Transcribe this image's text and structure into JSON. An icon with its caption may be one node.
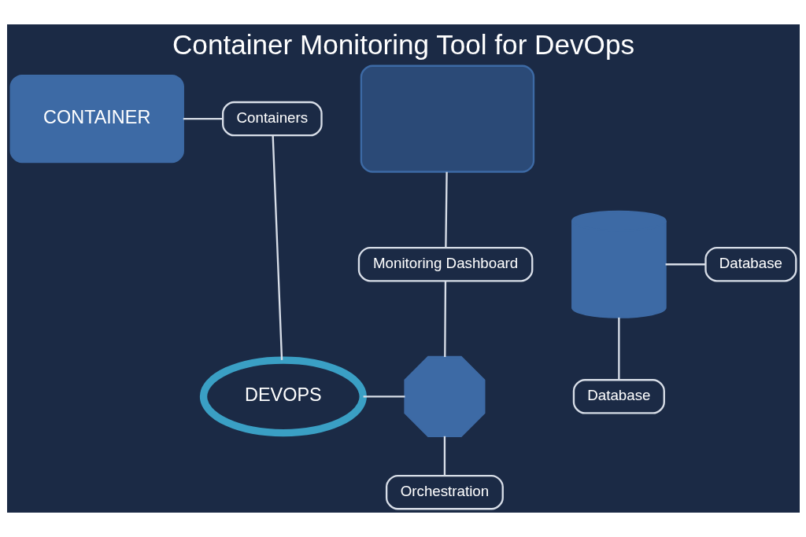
{
  "diagram": {
    "title": "Container Monitoring Tool for DevOps",
    "nodes": [
      {
        "text": [
          "CONTAINER"
        ]
      },
      {
        "text": [
          "Containers"
        ]
      },
      {
        "text": [],
        "shape": "cylinder"
      },
      {
        "text": [
          "Database"
        ]
      },
      {
        "text": [
          "Database"
        ]
      },
      {
        "text": [],
        "shape": "box"
      },
      {
        "text": [
          "Monitoring Dashboard"
        ]
      },
      {
        "text": [
          "DEVOPS"
        ]
      },
      {
        "text": [],
        "shape": "gear"
      },
      {
        "text": [
          "Orchestration"
        ]
      }
    ],
    "edges": [
      {
        "from": 0,
        "to": 1,
        "arrow": "none"
      },
      {
        "from": 1,
        "to": 7,
        "arrow": "none"
      },
      {
        "from": 2,
        "to": 3,
        "arrow": "none"
      },
      {
        "from": 2,
        "to": 4,
        "arrow": "none"
      },
      {
        "from": 5,
        "to": 6,
        "arrow": "none"
      },
      {
        "from": 6,
        "to": 8,
        "arrow": "none"
      },
      {
        "from": 7,
        "to": 8,
        "arrow": "none"
      },
      {
        "from": 8,
        "to": 9,
        "arrow": "none"
      }
    ]
  }
}
